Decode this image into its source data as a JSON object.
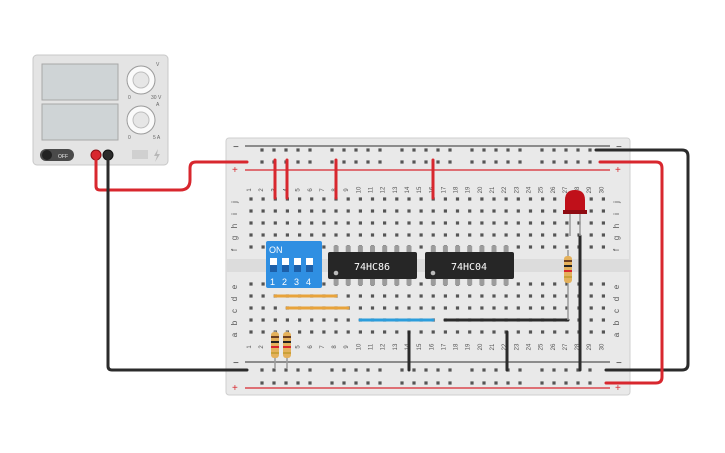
{
  "power_supply": {
    "switch_label": "OFF",
    "voltage_knob_labels": {
      "top": "V",
      "min": "0",
      "max": "30 V"
    },
    "current_knob_labels": {
      "top": "A",
      "min": "0",
      "max": "5 A"
    }
  },
  "breadboard": {
    "column_count": 30,
    "row_labels_top": [
      "j",
      "i",
      "h",
      "g",
      "f"
    ],
    "row_labels_bottom": [
      "e",
      "d",
      "c",
      "b",
      "a"
    ],
    "rail_minus": "−",
    "rail_plus": "+"
  },
  "dip_switch": {
    "label": "ON",
    "positions": [
      "1",
      "2",
      "3",
      "4"
    ]
  },
  "chips": [
    {
      "label": "74HC86"
    },
    {
      "label": "74HC04"
    }
  ],
  "led": {
    "color": "#c0101a"
  },
  "colors": {
    "red_wire": "#d8272e",
    "black_wire": "#2b2b2b",
    "orange_wire": "#e8a33b",
    "blue_wire": "#2b9ddc",
    "dip_switch_body": "#2f8fe2",
    "chip_body": "#262626",
    "board": "#e9e9e9"
  }
}
